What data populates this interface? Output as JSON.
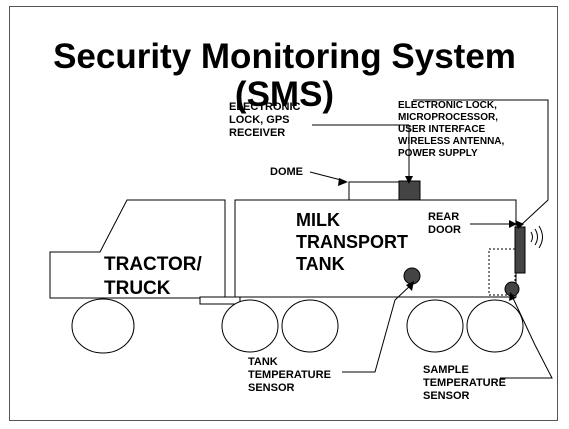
{
  "title": {
    "line1": "Security Monitoring System",
    "line2": "(SMS)"
  },
  "labels": {
    "electronic_lock_gps": "ELECTRONIC\nLOCK, GPS\nRECEIVER",
    "electronic_lock_rear": "ELECTRONIC LOCK,\nMICROPROCESSOR,\nUSER INTERFACE\nWIRELESS ANTENNA,\nPOWER SUPPLY",
    "dome": "DOME",
    "milk_tank": "MILK\nTRANSPORT\nTANK",
    "rear_door": "REAR\nDOOR",
    "tractor": "TRACTOR/\nTRUCK",
    "tank_sensor": "TANK\nTEMPERATURE\nSENSOR",
    "sample_sensor": "SAMPLE\nTEMPERATURE\nSENSOR"
  },
  "colors": {
    "device_fill": "#444444",
    "outline": "#000000",
    "background": "#ffffff"
  }
}
